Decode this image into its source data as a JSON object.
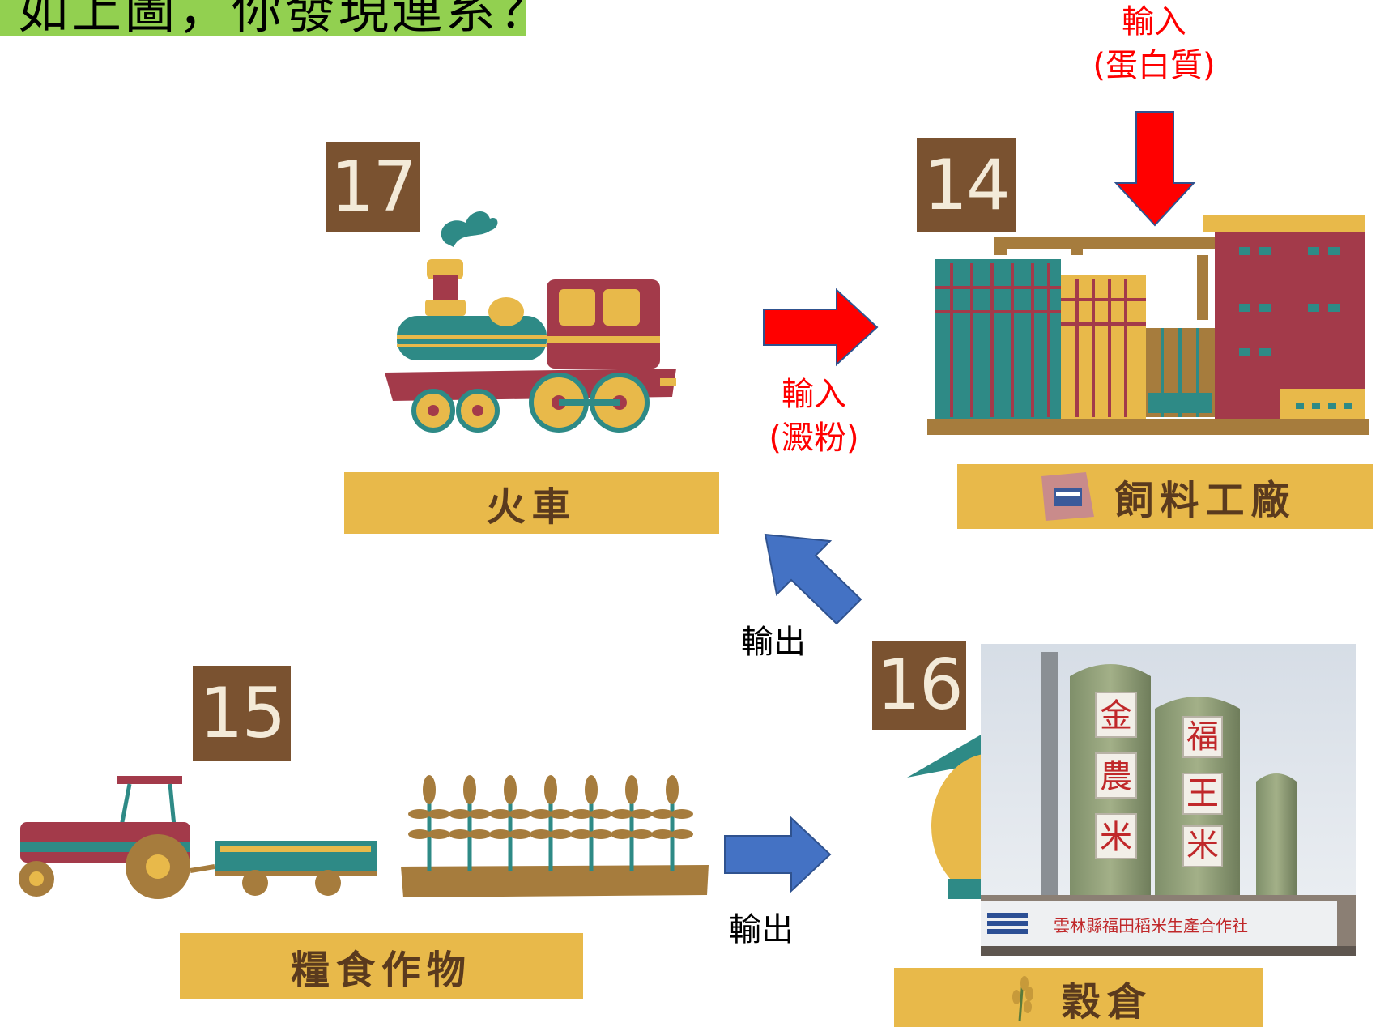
{
  "title": "如上圖，你發現連系？",
  "nodes": {
    "train": {
      "number": "17",
      "label": "火車"
    },
    "factory": {
      "number": "14",
      "label": "飼料工廠"
    },
    "crops": {
      "number": "15",
      "label": "糧食作物"
    },
    "granary": {
      "number": "16",
      "label": "穀倉"
    }
  },
  "arrows": {
    "input_starch": {
      "line1": "輸入",
      "line2": "(澱粉)",
      "color": "#ff0000"
    },
    "input_protein": {
      "line1": "輸入",
      "line2": "(蛋白質)",
      "color": "#ff0000"
    },
    "output_to_train": {
      "text": "輸出",
      "color": "#4472c4"
    },
    "output_to_granary": {
      "text": "輸出",
      "color": "#4472c4"
    }
  },
  "silo_signs": {
    "left": [
      "金",
      "農",
      "米"
    ],
    "right": [
      "福",
      "王",
      "米"
    ],
    "banner": "雲林縣福田稻米生產合作社"
  },
  "colors": {
    "title_bg": "#92d050",
    "number_bg": "#7a5230",
    "label_bg": "#e8b94a",
    "red_arrow": "#ff0000",
    "blue_arrow": "#4472c4"
  }
}
